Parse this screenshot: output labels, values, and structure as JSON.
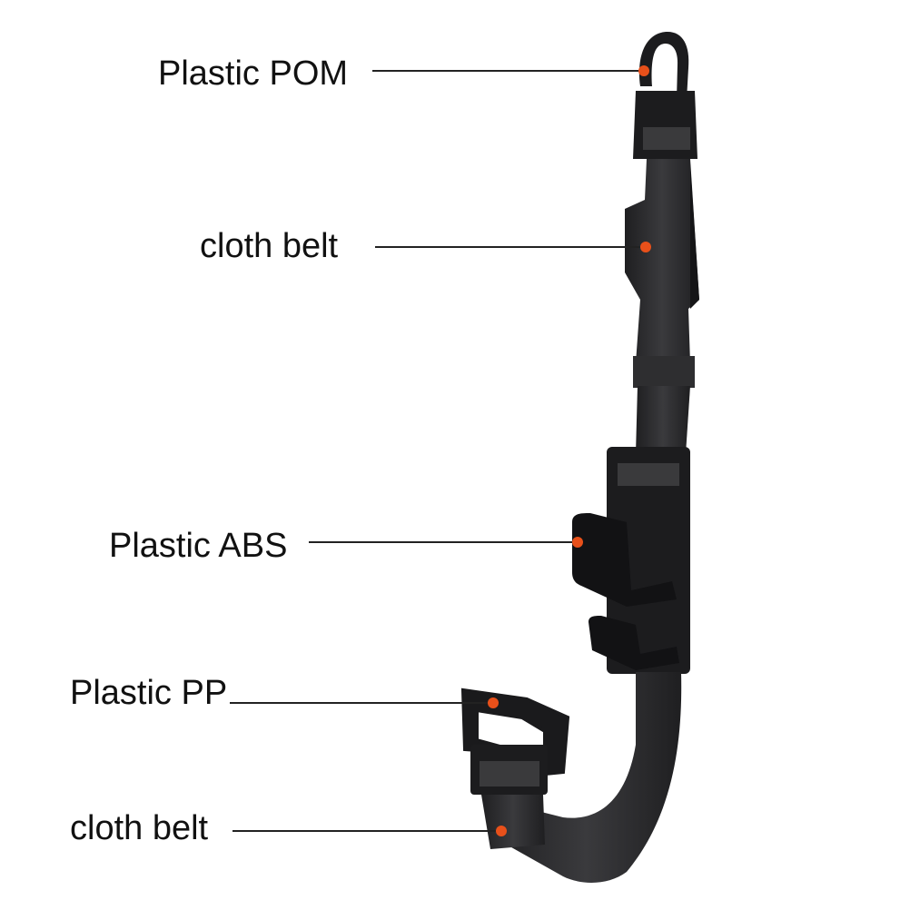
{
  "labels": [
    {
      "text": "Plastic POM"
    },
    {
      "text": "cloth belt"
    },
    {
      "text": "Plastic ABS"
    },
    {
      "text": "Plastic PP"
    },
    {
      "text": "cloth belt"
    }
  ],
  "colors": {
    "marker": "#e8501a",
    "belt": "#2b2b2d",
    "plastic": "#1c1c1e",
    "line": "#222222"
  }
}
